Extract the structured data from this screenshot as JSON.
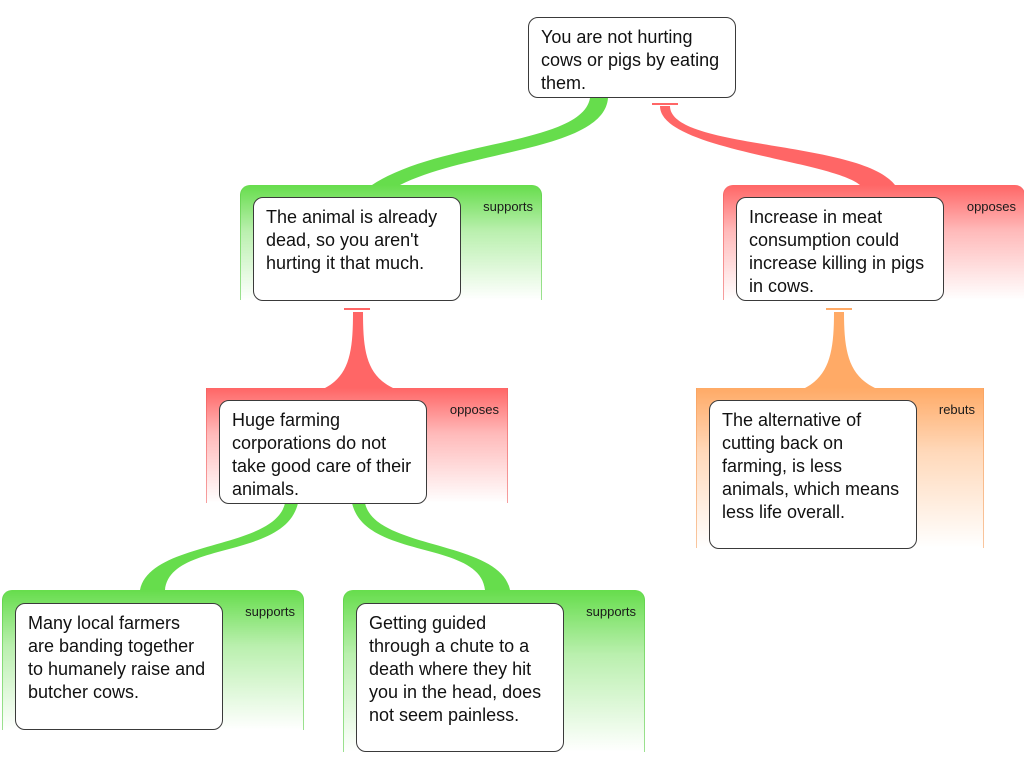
{
  "colors": {
    "supports": "#66dd4c",
    "opposes": "#ff6666",
    "rebuts": "#ffaa66",
    "box_border": "#3a3a3a"
  },
  "root": {
    "text": "You are not hurting cows or pigs by eating them."
  },
  "nodes": [
    {
      "relation": "supports",
      "relation_label": "supports",
      "text": "The animal is already dead, so you aren't hurting it that much."
    },
    {
      "relation": "opposes",
      "relation_label": "opposes",
      "text": "Increase in meat consumption could increase killing in pigs in cows."
    },
    {
      "relation": "opposes",
      "relation_label": "opposes",
      "text": "Huge farming corporations do not take good care of their animals."
    },
    {
      "relation": "rebuts",
      "relation_label": "rebuts",
      "text": "The alternative of cutting back on farming, is less animals, which means less life overall."
    },
    {
      "relation": "supports",
      "relation_label": "supports",
      "text": "Many local farmers are banding together to humanely raise and butcher cows."
    },
    {
      "relation": "supports",
      "relation_label": "supports",
      "text": "Getting guided through a chute to a death where they hit you in the head, does not seem painless."
    }
  ]
}
